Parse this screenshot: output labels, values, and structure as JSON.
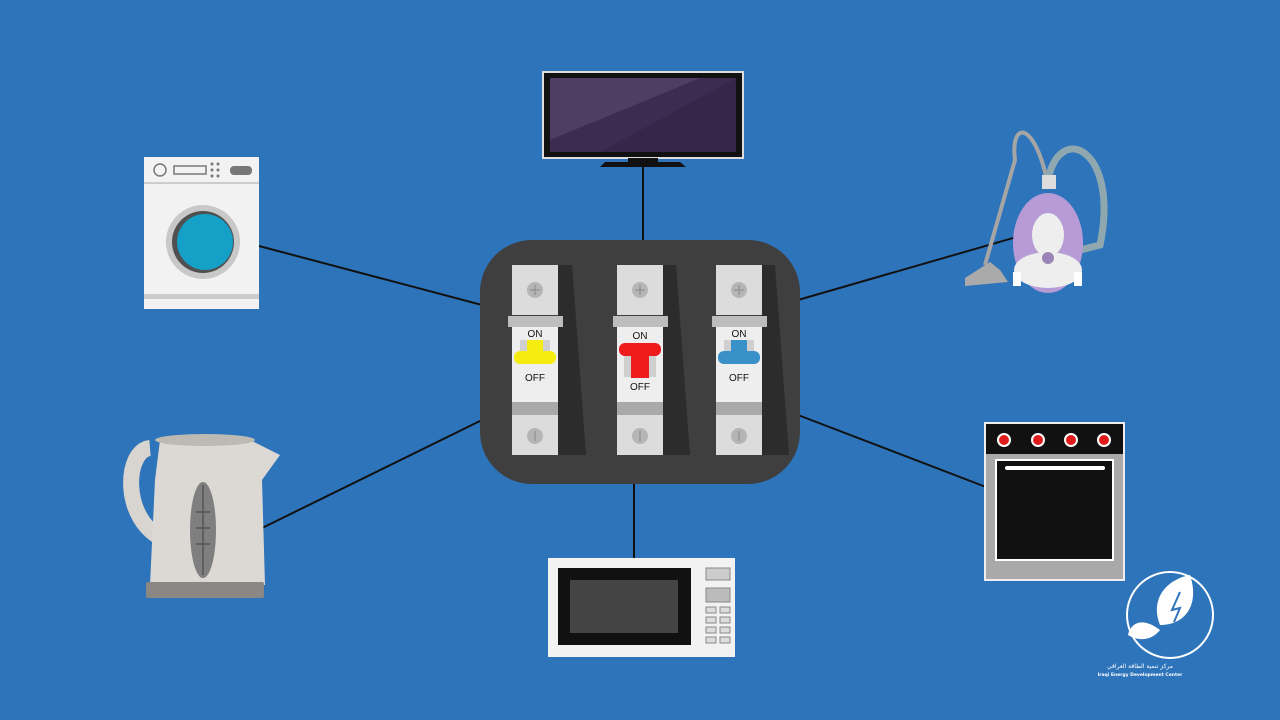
{
  "colors": {
    "background": "#2e74bb",
    "panel": "#3f3f3f",
    "breaker_1_toggle": "#f5ec10",
    "breaker_2_toggle": "#ee1c1c",
    "breaker_3_toggle": "#3a91c9"
  },
  "breakers": [
    {
      "on_label": "ON",
      "off_label": "OFF",
      "state": "on"
    },
    {
      "on_label": "ON",
      "off_label": "OFF",
      "state": "off"
    },
    {
      "on_label": "ON",
      "off_label": "OFF",
      "state": "on"
    }
  ],
  "appliances": [
    "television",
    "washing-machine",
    "vacuum-cleaner",
    "kettle",
    "microwave",
    "oven"
  ],
  "logo": {
    "arabic_name": "مركز تنمية الطاقة العراقي",
    "english_name": "Iraqi Energy Development Center"
  }
}
